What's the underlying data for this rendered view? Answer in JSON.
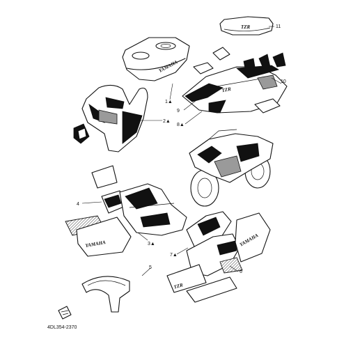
{
  "diagram": {
    "callouts": [
      {
        "id": "c1",
        "label": "1▲"
      },
      {
        "id": "c2",
        "label": "2▲"
      },
      {
        "id": "c3",
        "label": "3▲"
      },
      {
        "id": "c4",
        "label": "4"
      },
      {
        "id": "c5",
        "label": "5"
      },
      {
        "id": "c6",
        "label": "6"
      },
      {
        "id": "c7",
        "label": "7▲"
      },
      {
        "id": "c8",
        "label": "8▲"
      },
      {
        "id": "c9",
        "label": "9"
      },
      {
        "id": "c10",
        "label": "10"
      },
      {
        "id": "c11",
        "label": "11"
      }
    ],
    "footer_code": "4DL354-2370",
    "decal_text": {
      "tank_brand": "YAMAHA",
      "fairing_brand_left": "YAMAHA",
      "fairing_brand_right": "YAMAHA",
      "tzr_logo": "TZR",
      "seat_cover_text": "TZR",
      "tail_text": "TZR"
    }
  }
}
